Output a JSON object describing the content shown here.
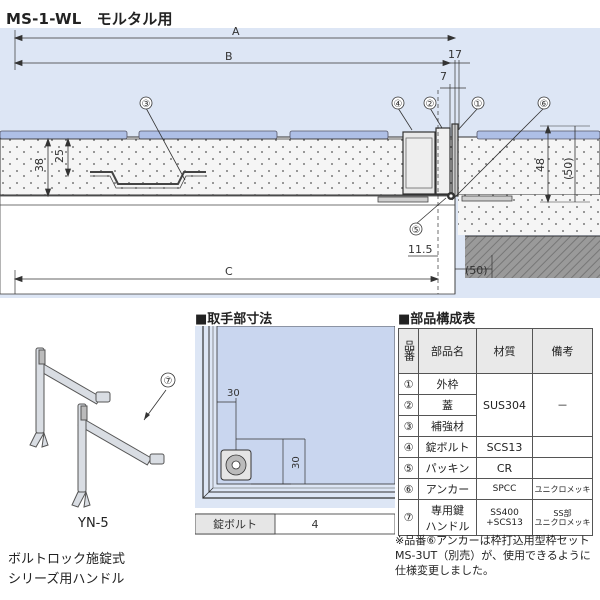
{
  "title": "MS-1-WL　モルタル用",
  "dimensions": {
    "A": "A",
    "B": "B",
    "C": "C",
    "d17": "17",
    "d7": "7",
    "d38": "38",
    "d25": "25",
    "d48": "48",
    "d50a": "(50)",
    "d50b": "(50)",
    "d11_5": "11.5"
  },
  "callouts": {
    "c1": "①",
    "c2": "②",
    "c3": "③",
    "c4": "④",
    "c5": "⑤",
    "c6": "⑥",
    "c7": "⑦"
  },
  "handle_section": {
    "heading": "■取手部寸法",
    "dim_h": "30",
    "dim_v": "30",
    "lock_bolt_label": "錠ボルト",
    "lock_bolt_value": "4"
  },
  "parts_section": {
    "heading": "■部品構成表",
    "headers": {
      "no": "品番",
      "name": "部品名",
      "material": "材質",
      "remarks": "備考"
    },
    "rows": [
      {
        "no": "①",
        "name": "外枠",
        "material": "",
        "remarks": ""
      },
      {
        "no": "②",
        "name": "蓋",
        "material": "SUS304",
        "remarks": "－"
      },
      {
        "no": "③",
        "name": "補強材",
        "material": "",
        "remarks": ""
      },
      {
        "no": "④",
        "name": "錠ボルト",
        "material": "SCS13",
        "remarks": ""
      },
      {
        "no": "⑤",
        "name": "パッキン",
        "material": "CR",
        "remarks": ""
      },
      {
        "no": "⑥",
        "name": "アンカー",
        "material": "SPCC",
        "remarks": "ユニクロメッキ"
      },
      {
        "no": "⑦",
        "name_line1": "専用鍵",
        "name_line2": "ハンドル",
        "material_line1": "SS400",
        "material_line2": "+SCS13",
        "remarks_line1": "SS部",
        "remarks_line2": "ユニクロメッキ"
      }
    ],
    "note": "※品番⑥アンカーは枠打込用型枠セットMS-3UT（別売）が、使用できるように仕様変更しました。"
  },
  "handle_product": {
    "model": "YN-5",
    "caption_line1": "ボルトロック施錠式",
    "caption_line2": "シリーズ用ハンドル"
  },
  "colors": {
    "background_panel": "#dde6f5",
    "concrete": "#f4f4f4",
    "tile": "#aebfe6",
    "handle_plate": "#c9d6ef",
    "ink": "#333333"
  }
}
